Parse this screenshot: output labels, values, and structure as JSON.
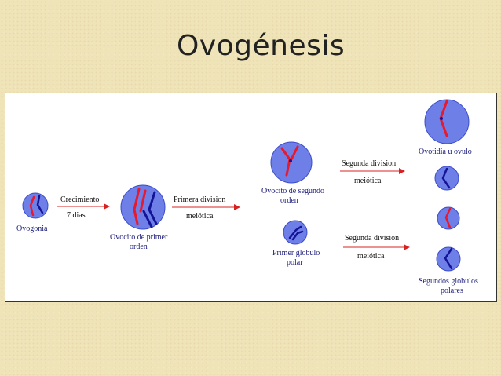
{
  "slide": {
    "title": "Ovogénesis"
  },
  "diagram": {
    "cells": {
      "ovogonia": "Ovogonia",
      "ovocito1_line1": "Ovocito de primer",
      "ovocito1_line2": "orden",
      "ovocito2_line1": "Ovocito de segundo",
      "ovocito2_line2": "orden",
      "globulo1_line1": "Primer globulo",
      "globulo1_line2": "polar",
      "ovotidia": "Ovotidia u ovulo",
      "globulos2_line1": "Segundos globulos",
      "globulos2_line2": "polares"
    },
    "arrows": {
      "crecimiento_top": "Crecimiento",
      "crecimiento_bottom": "7 dias",
      "primera_top": "Primera division",
      "primera_bottom": "meiótica",
      "segunda1_top": "Segunda division",
      "segunda1_bottom": "meiótica",
      "segunda2_top": "Segunda division",
      "segunda2_bottom": "meiótica"
    },
    "colors": {
      "cell_fill": "#6f7fe8",
      "cell_stroke": "#3b4cc9",
      "chromosome_red": "#e8192c",
      "chromosome_blue": "#141496",
      "arrow": "#d82020"
    }
  }
}
